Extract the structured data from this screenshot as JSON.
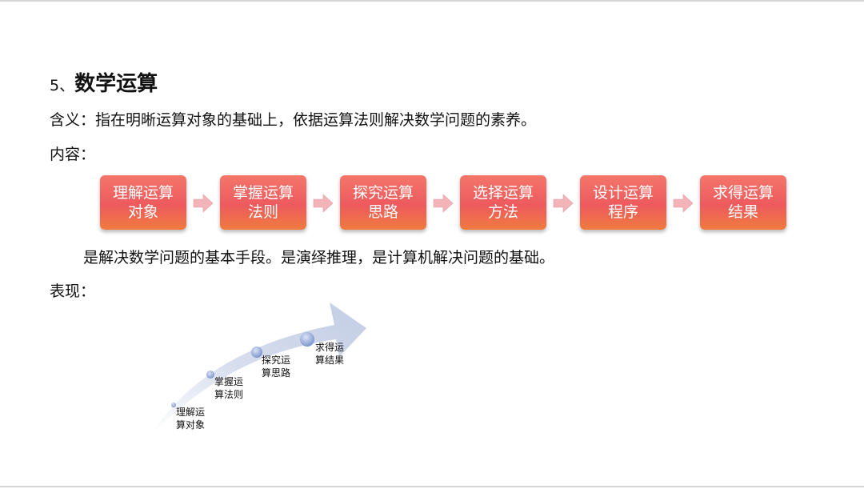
{
  "heading": {
    "number": "5、",
    "title": "数学运算"
  },
  "meaning": "含义：指在明晰运算对象的基础上，依据运算法则解决数学问题的素养。",
  "content_label": "内容：",
  "flow_steps": [
    {
      "line1": "理解运算",
      "line2": "对象"
    },
    {
      "line1": "掌握运算",
      "line2": "法则"
    },
    {
      "line1": "探究运算",
      "line2": "思路"
    },
    {
      "line1": "选择运算",
      "line2": "方法"
    },
    {
      "line1": "设计运算",
      "line2": "程序"
    },
    {
      "line1": "求得运算",
      "line2": "结果"
    }
  ],
  "basis": "是解决数学问题的基本手段。是演绎推理，是计算机解决问题的基础。",
  "performance_label": "表现：",
  "curve_steps": [
    {
      "line1": "理解运",
      "line2": "算对象"
    },
    {
      "line1": "掌握运",
      "line2": "算法则"
    },
    {
      "line1": "探究运",
      "line2": "算思路"
    },
    {
      "line1": "求得运",
      "line2": "算结果"
    }
  ],
  "colors": {
    "box_gradient_top": "#f4766a",
    "box_gradient_bottom": "#f07b3e",
    "arrow_pink": "#f2b4b8",
    "curve_arrow": "#c9d3e8",
    "dot_blue": "#8ea5d6"
  }
}
